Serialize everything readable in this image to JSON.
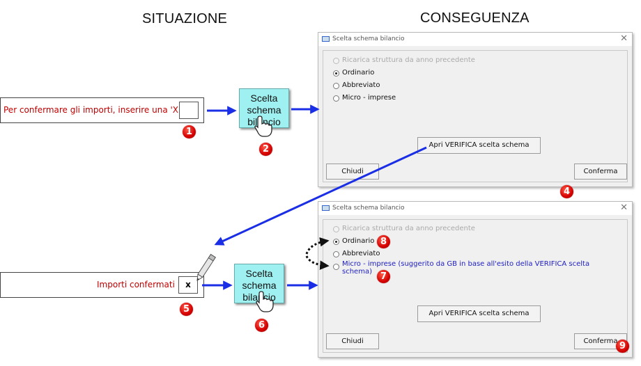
{
  "headings": {
    "left": "SITUAZIONE",
    "right": "CONSEGUENZA"
  },
  "top": {
    "field_label": "Per confermare gli importi, inserire una 'X'",
    "field_value": "",
    "button_line1": "Scelta",
    "button_line2": "schema",
    "button_line3": "bilancio",
    "badges": [
      "1",
      "2",
      "4"
    ]
  },
  "bottom": {
    "field_label": "Importi confermati",
    "field_value": "x",
    "button_line1": "Scelta",
    "button_line2": "schema",
    "button_line3": "bilancio",
    "badges": [
      "5",
      "6",
      "7",
      "8",
      "9"
    ]
  },
  "dialog1": {
    "title": "Scelta schema bilancio",
    "options": [
      "Ricarica struttura da anno precedente",
      "Ordinario",
      "Abbreviato",
      "Micro - imprese"
    ],
    "selected": "Ordinario",
    "verify_button": "Apri VERIFICA scelta schema",
    "close_button": "Chiudi",
    "confirm_button": "Conferma"
  },
  "dialog2": {
    "title": "Scelta schema bilancio",
    "options": [
      "Ricarica struttura da anno precedente",
      "Ordinario",
      "Abbreviato"
    ],
    "micro_line1": "Micro - imprese (suggerito da GB in base all'esito della VERIFICA scelta",
    "micro_line2": "schema)",
    "selected": "Ordinario",
    "verify_button": "Apri VERIFICA scelta schema",
    "close_button": "Chiudi",
    "confirm_button": "Conferma"
  },
  "colors": {
    "arrow": "#1a2ee6",
    "badge": "#e00000",
    "button": "#9ff0f0",
    "label_red": "#c00000",
    "suggest_blue": "#2020c0"
  },
  "icons": [
    "hand-pointer-icon",
    "pencil-icon",
    "window-app-icon",
    "close-icon"
  ]
}
